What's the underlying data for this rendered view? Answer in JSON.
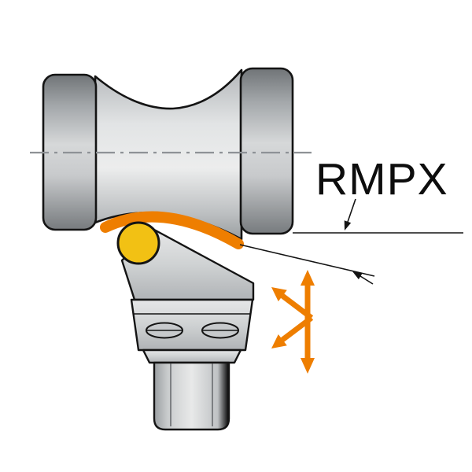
{
  "labels": {
    "rmpx": "RMPX"
  },
  "colors": {
    "accent_orange": "#EE7E00",
    "insert_yellow": "#F2C114",
    "outline_black": "#141414",
    "centerline_gray": "#8E9296"
  },
  "icons": {
    "round_insert": "yellow circle (round cutting insert)",
    "feed_direction_arrows": "orange vertical double-headed arrow plus forked diagonal arrows (multi-directional feed)",
    "leader_arrows": "thin black arrows pointing to reference lines",
    "centerline": "gray dash-dot rotation axis line"
  }
}
